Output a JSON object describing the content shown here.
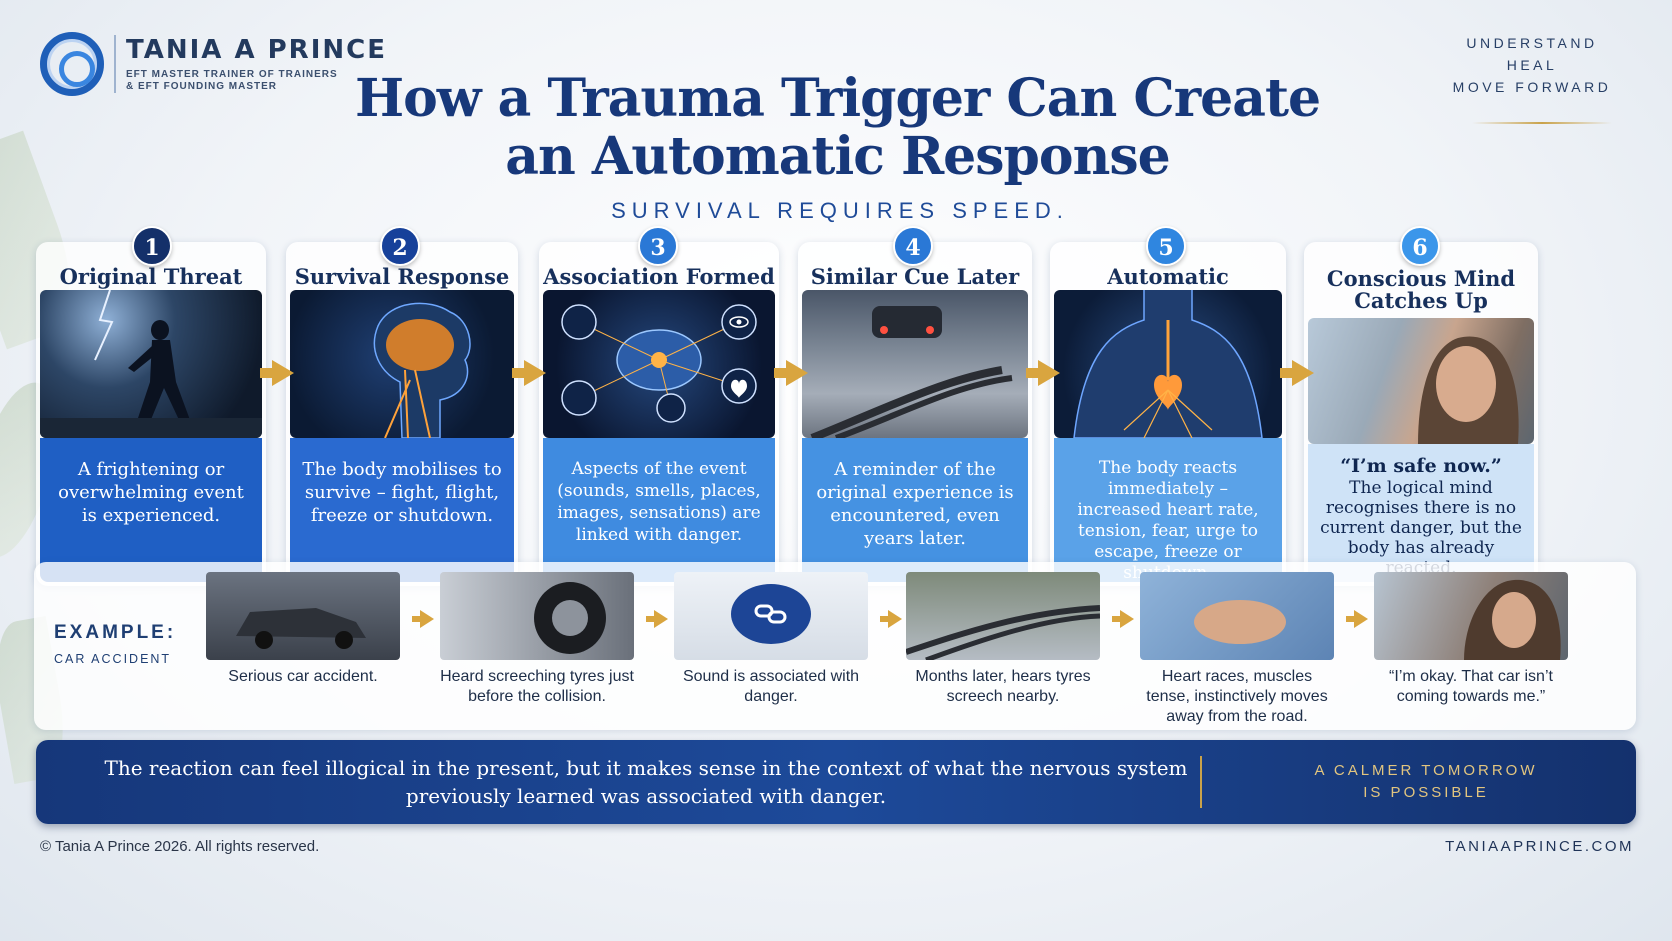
{
  "brand": {
    "name": "TANIA A PRINCE",
    "line1": "EFT MASTER TRAINER OF TRAINERS",
    "line2": "& EFT FOUNDING MASTER"
  },
  "tagline": [
    "UNDERSTAND",
    "HEAL",
    "MOVE FORWARD"
  ],
  "title_line1": "How a Trauma Trigger Can Create",
  "title_line2": "an Automatic Response",
  "subtitle": "SURVIVAL REQUIRES SPEED.",
  "steps": [
    {
      "num": "1",
      "title": "Original Threat",
      "text": "A frightening or overwhelming event is experienced.",
      "color": "#14306a",
      "panel": "#1f5fc4",
      "image": "storm-runner"
    },
    {
      "num": "2",
      "title": "Survival Response",
      "text": "The body mobilises to survive – fight, flight, freeze or shutdown.",
      "color": "#17419a",
      "panel": "#2a6ad0",
      "image": "glowing-brain"
    },
    {
      "num": "3",
      "title": "Association Formed",
      "text": "Aspects of the event (sounds, smells, places, images, sensations) are linked with danger.",
      "color": "#2a78d6",
      "panel": "#3f8be0",
      "image": "brain-connections"
    },
    {
      "num": "4",
      "title": "Similar Cue Later",
      "text": "A reminder of the original experience is encountered, even years later.",
      "color": "#2a78d6",
      "panel": "#4592e2",
      "image": "tyre-marks"
    },
    {
      "num": "5",
      "title": "Automatic Response",
      "text": "The body reacts immediately – increased heart rate, tension, fear, urge to escape, freeze or shutdown.",
      "color": "#2f86e0",
      "panel": "#5aa2e8",
      "image": "glowing-heart"
    },
    {
      "num": "6",
      "title_line1": "Conscious Mind",
      "title_line2": "Catches Up",
      "quote": "“I’m safe now.”",
      "text": "The logical mind recognises there is no current danger, but the body has already reacted.",
      "color": "#3b96ea",
      "panel": "#cfe3f7",
      "image": "calm-woman"
    }
  ],
  "example": {
    "label": "EXAMPLE:",
    "sublabel": "CAR ACCIDENT",
    "items": [
      {
        "text": "Serious car accident.",
        "image": "crashed-car"
      },
      {
        "text": "Heard screeching tyres just before the collision.",
        "image": "smoking-tyre"
      },
      {
        "text": "Sound is associated with danger.",
        "image": "brain-link-icon"
      },
      {
        "text": "Months later, hears tyres screech nearby.",
        "image": "tyre-marks"
      },
      {
        "text": "Heart races, muscles tense, instinctively moves away from the road.",
        "image": "hand-on-chest"
      },
      {
        "text": "“I’m okay. That car isn’t coming towards me.”",
        "image": "calm-woman"
      }
    ]
  },
  "banner": {
    "line1": "The reaction can feel illogical in the present, but it makes sense in the context of what the nervous system",
    "line2": "previously learned was associated with danger.",
    "right1": "A CALMER TOMORROW",
    "right2": "IS POSSIBLE"
  },
  "copyright": "© Tania A Prince 2026. All rights reserved.",
  "website": "TANIAAPRINCE.COM"
}
